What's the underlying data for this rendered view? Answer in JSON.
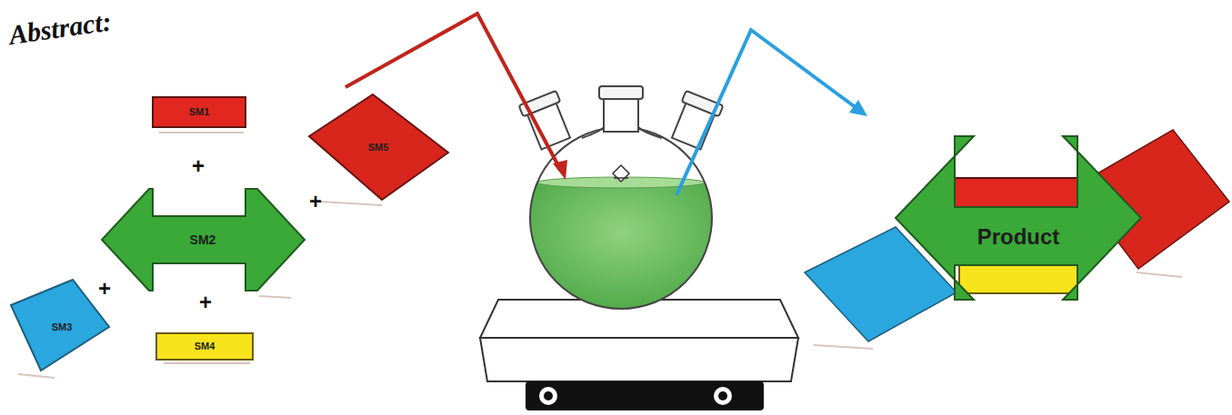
{
  "diagram": {
    "title": "Abstract:",
    "nodes": [
      {
        "text": [
          "SM1"
        ]
      },
      {
        "text": [
          "SM2"
        ]
      },
      {
        "text": [
          "SM5"
        ]
      },
      {
        "text": [
          "SM3"
        ]
      },
      {
        "text": [
          "SM4"
        ]
      },
      {
        "text": [
          "Product"
        ]
      }
    ],
    "labels": [
      "+",
      "+",
      "+",
      "+"
    ]
  }
}
